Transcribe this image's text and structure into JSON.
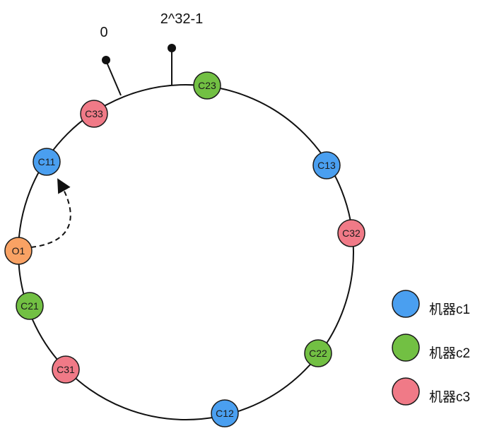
{
  "ring": {
    "markers": [
      {
        "id": "start",
        "label": "0"
      },
      {
        "id": "end",
        "label": "2^32-1"
      }
    ],
    "nodes": [
      {
        "id": "c23",
        "label": "C23",
        "machine": "c2"
      },
      {
        "id": "c13",
        "label": "C13",
        "machine": "c1"
      },
      {
        "id": "c32",
        "label": "C32",
        "machine": "c3"
      },
      {
        "id": "c22",
        "label": "C22",
        "machine": "c2"
      },
      {
        "id": "c12",
        "label": "C12",
        "machine": "c1"
      },
      {
        "id": "c31",
        "label": "C31",
        "machine": "c3"
      },
      {
        "id": "c21",
        "label": "C21",
        "machine": "c2"
      },
      {
        "id": "o1",
        "label": "O1",
        "machine": "object"
      },
      {
        "id": "c11",
        "label": "C11",
        "machine": "c1"
      },
      {
        "id": "c33",
        "label": "C33",
        "machine": "c3"
      }
    ],
    "mapping_arrow": {
      "from": "O1",
      "to": "C11"
    }
  },
  "legend": [
    {
      "machine": "c1",
      "label": "机器c1"
    },
    {
      "machine": "c2",
      "label": "机器c2"
    },
    {
      "machine": "c3",
      "label": "机器c3"
    }
  ],
  "colors": {
    "c1": "#4a9ff0",
    "c2": "#72c043",
    "c3": "#f07a87",
    "object": "#f9a264",
    "stroke": "#1a1a1a"
  }
}
